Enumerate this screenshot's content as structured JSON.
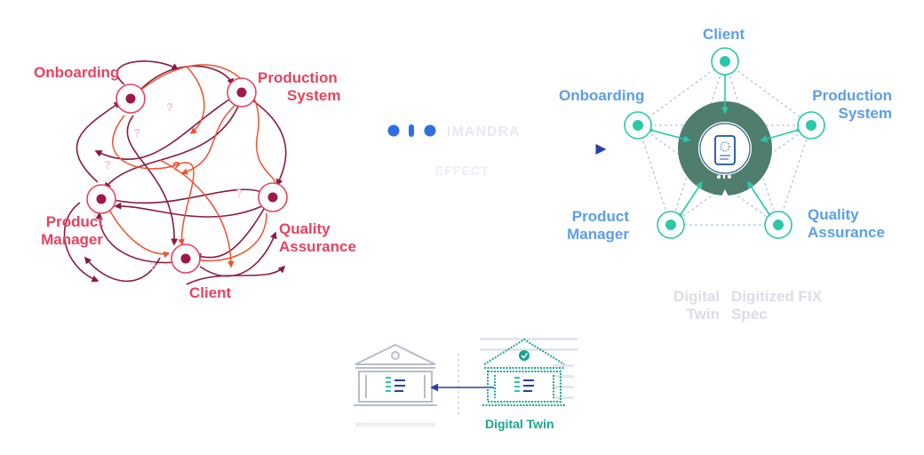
{
  "before": {
    "onboarding": "Onboarding",
    "production_system_line1": "Production",
    "production_system_line2": "System",
    "product_manager_line1": "Product",
    "product_manager_line2": "Manager",
    "quality_assurance_line1": "Quality",
    "quality_assurance_line2": "Assurance",
    "client": "Client",
    "question_mark": "?"
  },
  "middle": {
    "brand": "IMANDRA",
    "effect": "EFFECT"
  },
  "after": {
    "client": "Client",
    "onboarding": "Onboarding",
    "production_system_line1": "Production",
    "production_system_line2": "System",
    "product_manager_line1": "Product",
    "product_manager_line2": "Manager",
    "quality_assurance_line1": "Quality",
    "quality_assurance_line2": "Assurance"
  },
  "caption": {
    "digital_twin_line1": "Digital",
    "digital_twin_line2": "Twin",
    "digitized_spec_line1": "Digitized FIX",
    "digitized_spec_line2": "Spec"
  },
  "bottom": {
    "digital_twin_label": "Digital Twin"
  },
  "colors": {
    "red": "#e84260",
    "maroon": "#8c1840",
    "orange": "#f0502e",
    "blue": "#5b9ee8",
    "teal": "#2bc8a8",
    "dark_green": "#4f7d6e",
    "navy": "#2a3ea8"
  }
}
